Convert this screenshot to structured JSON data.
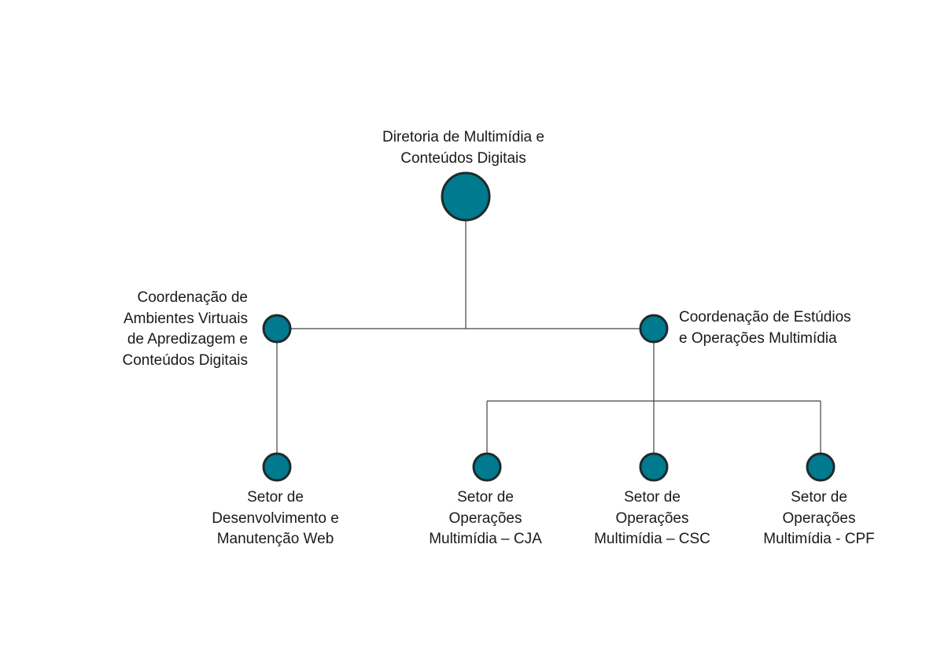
{
  "colors": {
    "node_fill": "#007a8e",
    "node_stroke": "#1e2a2c",
    "line": "#444444"
  },
  "nodes": {
    "root": {
      "lines": [
        "Diretoria de Multimídia e",
        "Conteúdos Digitais"
      ]
    },
    "coord_left": {
      "lines": [
        "Coordenação de",
        "Ambientes Virtuais",
        "de Apredizagem e",
        "Conteúdos Digitais"
      ]
    },
    "coord_right": {
      "lines": [
        "Coordenação de Estúdios",
        "e Operações Multimídia"
      ]
    },
    "setor_web": {
      "lines": [
        "Setor de",
        "Desenvolvimento e",
        "Manutenção Web"
      ]
    },
    "setor_cja": {
      "lines": [
        "Setor de",
        "Operações",
        "Multimídia – CJA"
      ]
    },
    "setor_csc": {
      "lines": [
        "Setor de",
        "Operações",
        "Multimídia – CSC"
      ]
    },
    "setor_cpf": {
      "lines": [
        "Setor de",
        "Operações",
        "Multimídia - CPF"
      ]
    }
  }
}
